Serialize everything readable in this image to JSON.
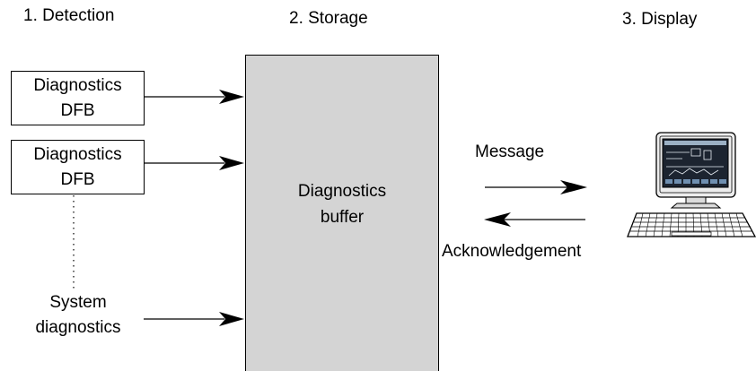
{
  "headings": {
    "detection": "1.  Detection",
    "storage": "2.  Storage",
    "display": "3.  Display"
  },
  "detection_sources": [
    {
      "line1": "Diagnostics",
      "line2": "DFB"
    },
    {
      "line1": "Diagnostics",
      "line2": "DFB"
    }
  ],
  "system_diagnostics": {
    "line1": "System",
    "line2": "diagnostics"
  },
  "buffer": {
    "line1": "Diagnostics",
    "line2": "buffer"
  },
  "flows": {
    "message": "Message",
    "acknowledgement": "Acknowledgement"
  },
  "colors": {
    "buffer_fill": "#d4d4d4",
    "line": "#000000",
    "monitor_screen": "#1c2430"
  },
  "icons": {
    "display_device": "computer-terminal-icon"
  }
}
